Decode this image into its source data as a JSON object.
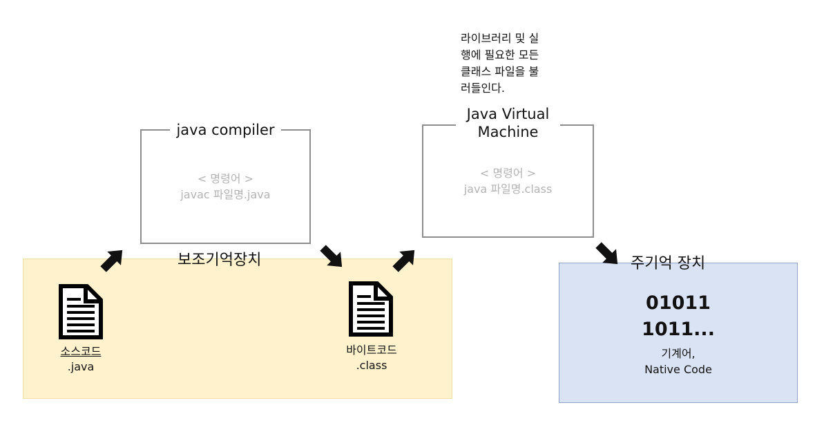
{
  "note": {
    "lines": [
      "라이브러리 및 실",
      "행에 필요한 모든",
      "클래스 파일을 불",
      "러들인다."
    ]
  },
  "compiler_box": {
    "title": "java compiler",
    "command_label": "< 명령어 >",
    "command": "javac 파일명.java"
  },
  "jvm_box": {
    "title_line1": "Java Virtual",
    "title_line2": "Machine",
    "command_label": "< 명령어 >",
    "command": "java 파일명.class"
  },
  "auxiliary_storage": {
    "label": "보조기억장치",
    "color": "#fff2cc",
    "source_file": {
      "name": "소스코드",
      "ext": ".java"
    },
    "bytecode_file": {
      "name": "바이트코드",
      "ext": ".class"
    }
  },
  "main_memory": {
    "label": "주기억 장치",
    "color": "#dae3f3",
    "binary_line1": "01011",
    "binary_line2": "1011...",
    "code_label": "기계어,",
    "code_name": "Native Code"
  }
}
